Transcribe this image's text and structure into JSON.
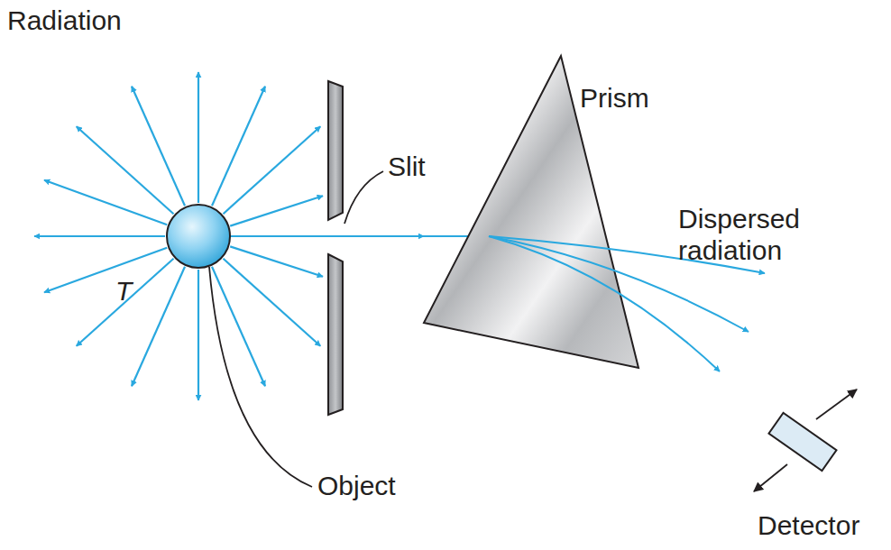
{
  "diagram": {
    "labels": [
      "Radiation",
      "Slit",
      "Prism",
      "Dispersed radiation",
      "T",
      "Object",
      "Detector"
    ]
  }
}
